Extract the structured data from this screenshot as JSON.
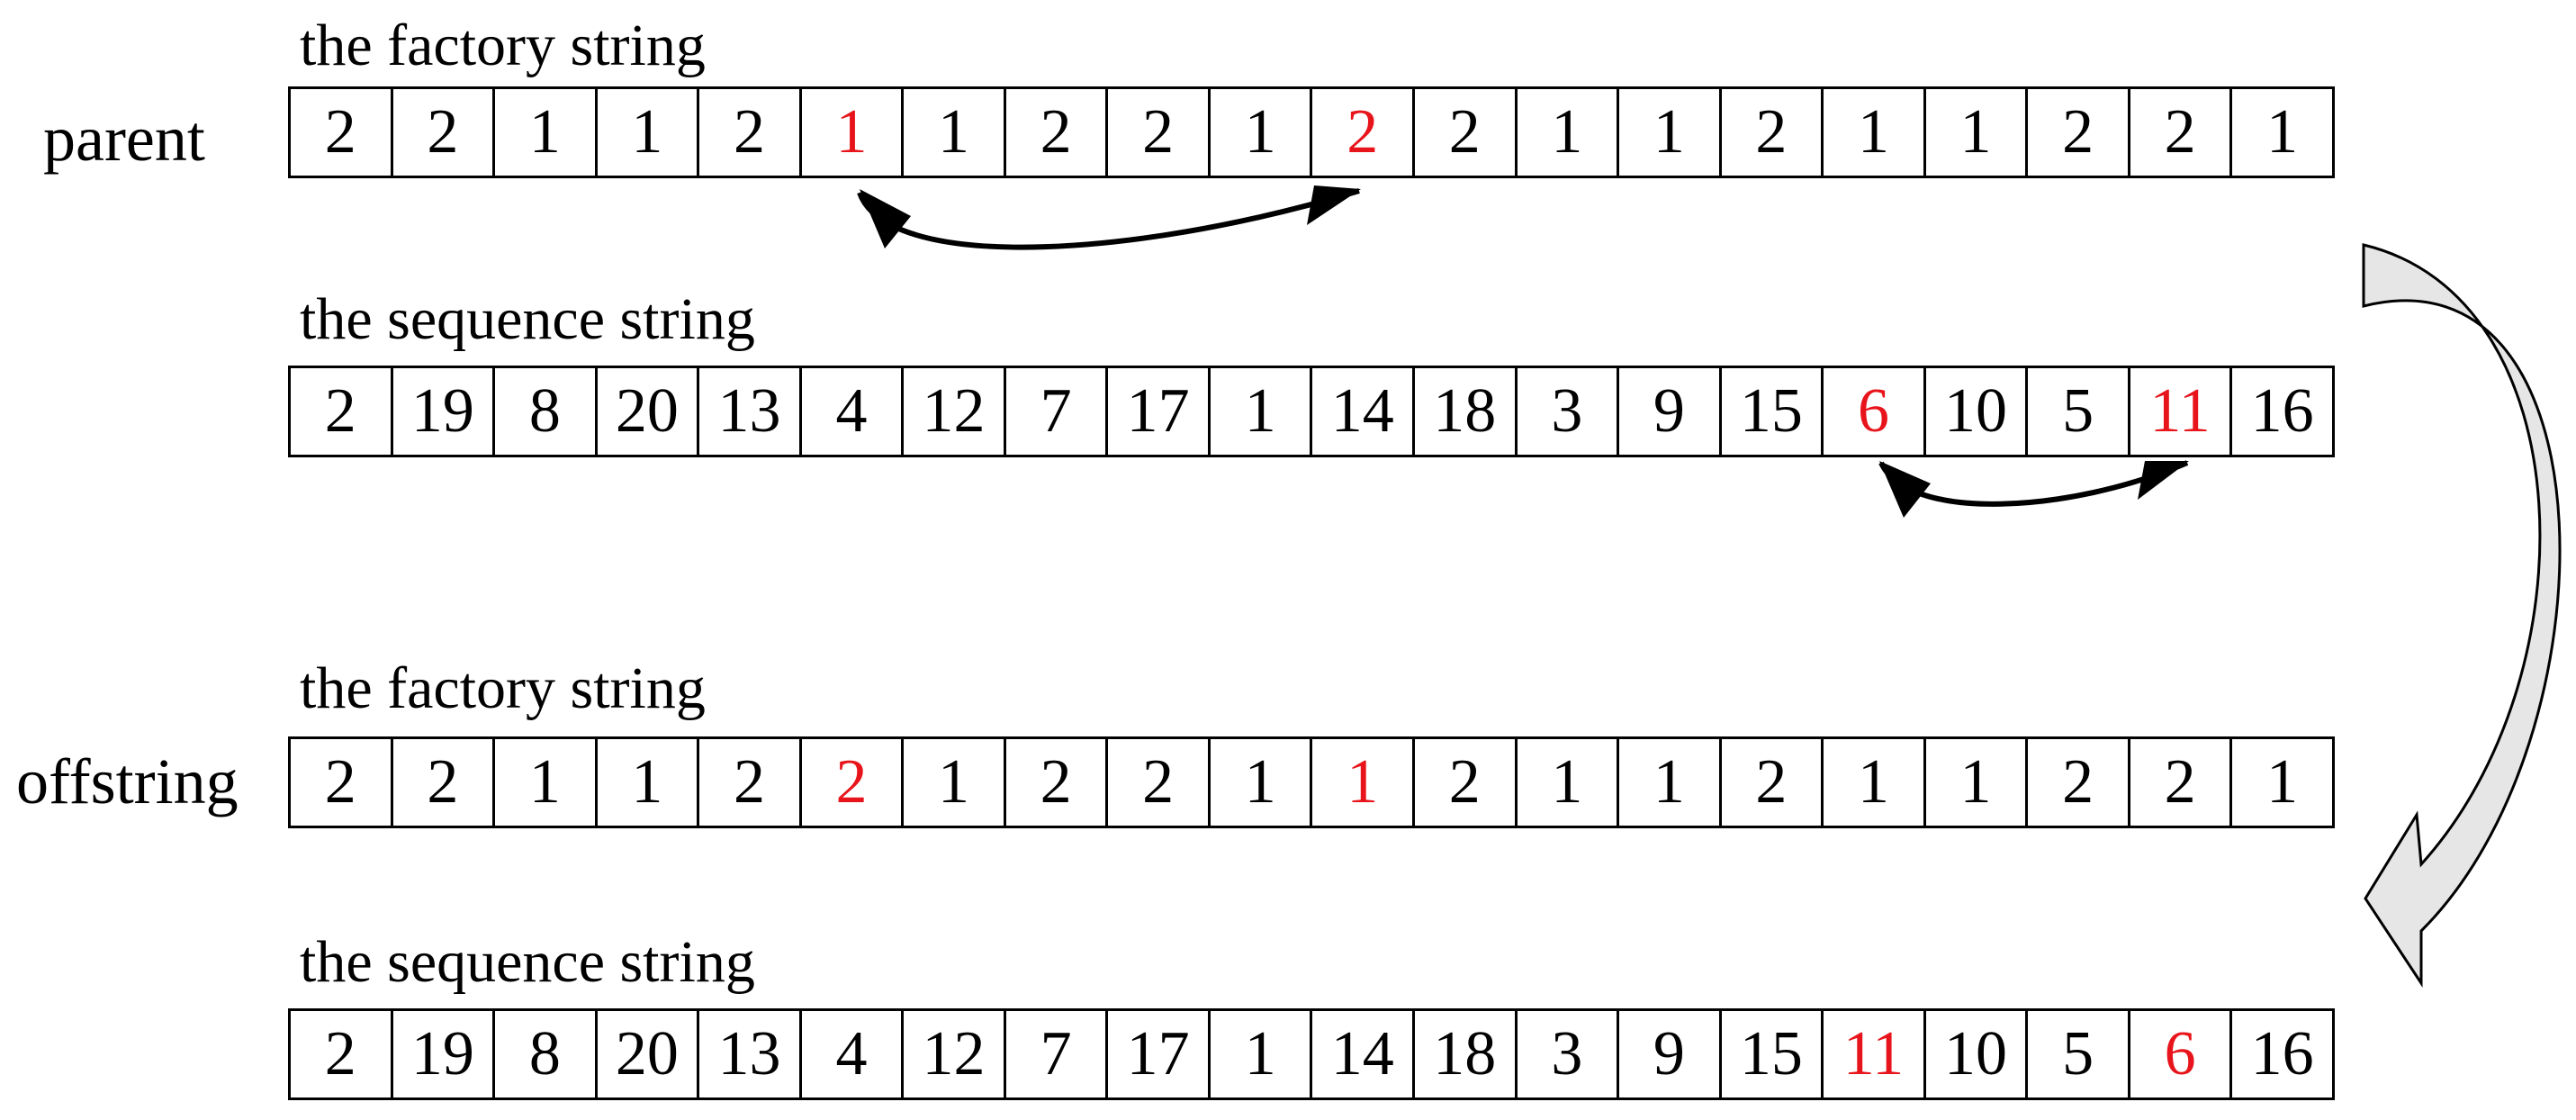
{
  "parent": {
    "label": "parent",
    "factory": {
      "caption": "the factory string",
      "cells": [
        "2",
        "2",
        "1",
        "1",
        "2",
        "1",
        "1",
        "2",
        "2",
        "1",
        "2",
        "2",
        "1",
        "1",
        "2",
        "1",
        "1",
        "2",
        "2",
        "1"
      ],
      "highlight": [
        5,
        10
      ]
    },
    "sequence": {
      "caption": "the sequence string",
      "cells": [
        "2",
        "19",
        "8",
        "20",
        "13",
        "4",
        "12",
        "7",
        "17",
        "1",
        "14",
        "18",
        "3",
        "9",
        "15",
        "6",
        "10",
        "5",
        "11",
        "16"
      ],
      "highlight": [
        15,
        18
      ]
    }
  },
  "offstring": {
    "label": "offstring",
    "factory": {
      "caption": "the factory string",
      "cells": [
        "2",
        "2",
        "1",
        "1",
        "2",
        "2",
        "1",
        "2",
        "2",
        "1",
        "1",
        "2",
        "1",
        "1",
        "2",
        "1",
        "1",
        "2",
        "2",
        "1"
      ],
      "highlight": [
        5,
        10
      ]
    },
    "sequence": {
      "caption": "the sequence string",
      "cells": [
        "2",
        "19",
        "8",
        "20",
        "13",
        "4",
        "12",
        "7",
        "17",
        "1",
        "14",
        "18",
        "3",
        "9",
        "15",
        "11",
        "10",
        "5",
        "6",
        "16"
      ],
      "highlight": [
        15,
        18
      ]
    }
  },
  "colors": {
    "highlight": "#e8141b",
    "big_arrow_fill": "#e6e6e6"
  }
}
